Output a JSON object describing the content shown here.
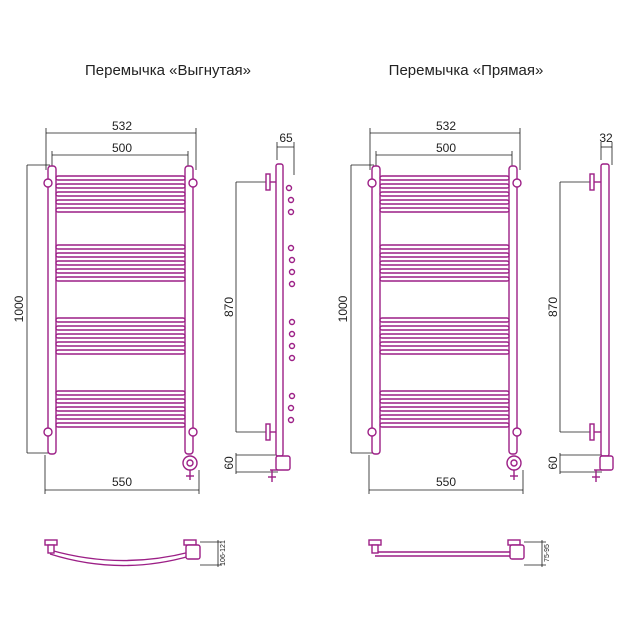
{
  "variants": [
    {
      "title": "Перемычка «Выгнутая»",
      "dims": {
        "width_top": "532",
        "width_inner": "500",
        "height": "1000",
        "bottom": "550",
        "depth": "65",
        "center": "870",
        "connection": "60",
        "offset": "106-121"
      }
    },
    {
      "title": "Перемычка «Прямая»",
      "dims": {
        "width_top": "532",
        "width_inner": "500",
        "height": "1000",
        "bottom": "550",
        "depth": "32",
        "center": "870",
        "connection": "60",
        "offset": "75-95"
      }
    }
  ],
  "colors": {
    "product": "#9c1f86",
    "lines": "#1a1a1a"
  }
}
